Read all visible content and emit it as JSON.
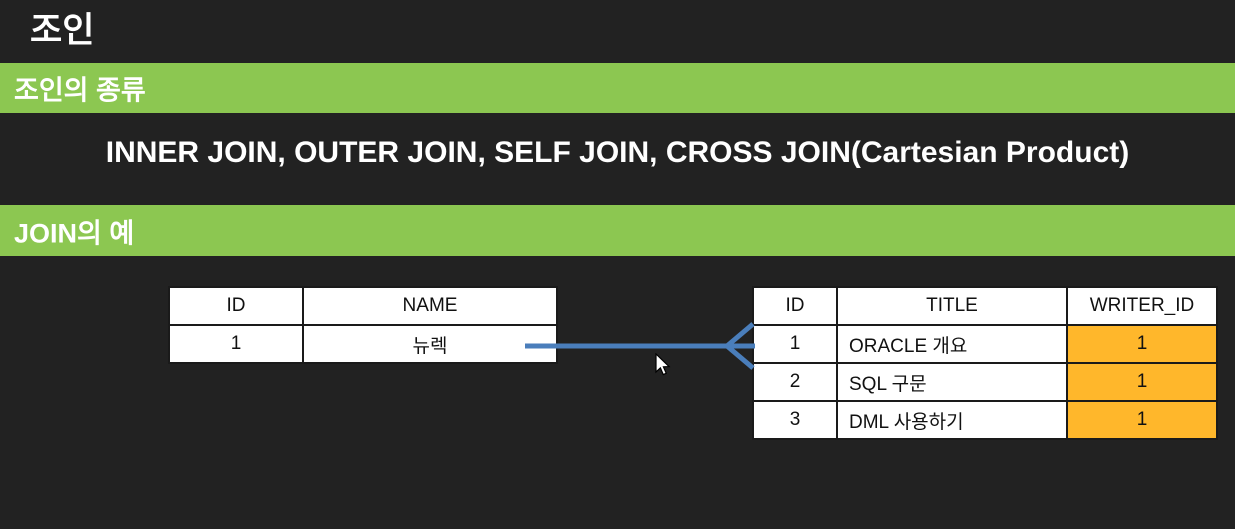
{
  "slide": {
    "title": "조인",
    "background_color": "#222222",
    "accent_green": "#8CC751",
    "accent_orange": "#FFB72B",
    "relation_line_color": "#4A7EBB"
  },
  "sections": [
    {
      "band_label": "조인의 종류",
      "statement": "INNER JOIN, OUTER JOIN, SELF JOIN, CROSS JOIN(Cartesian Product)"
    },
    {
      "band_label": "JOIN의 예"
    }
  ],
  "diagram": {
    "left_table": {
      "headers": [
        "ID",
        "NAME"
      ],
      "rows": [
        [
          "1",
          "뉴렉"
        ]
      ]
    },
    "right_table": {
      "headers": [
        "ID",
        "TITLE",
        "WRITER_ID"
      ],
      "rows": [
        [
          "1",
          "ORACLE 개요",
          "1"
        ],
        [
          "2",
          "SQL 구문",
          "1"
        ],
        [
          "3",
          "DML 사용하기",
          "1"
        ]
      ]
    }
  }
}
